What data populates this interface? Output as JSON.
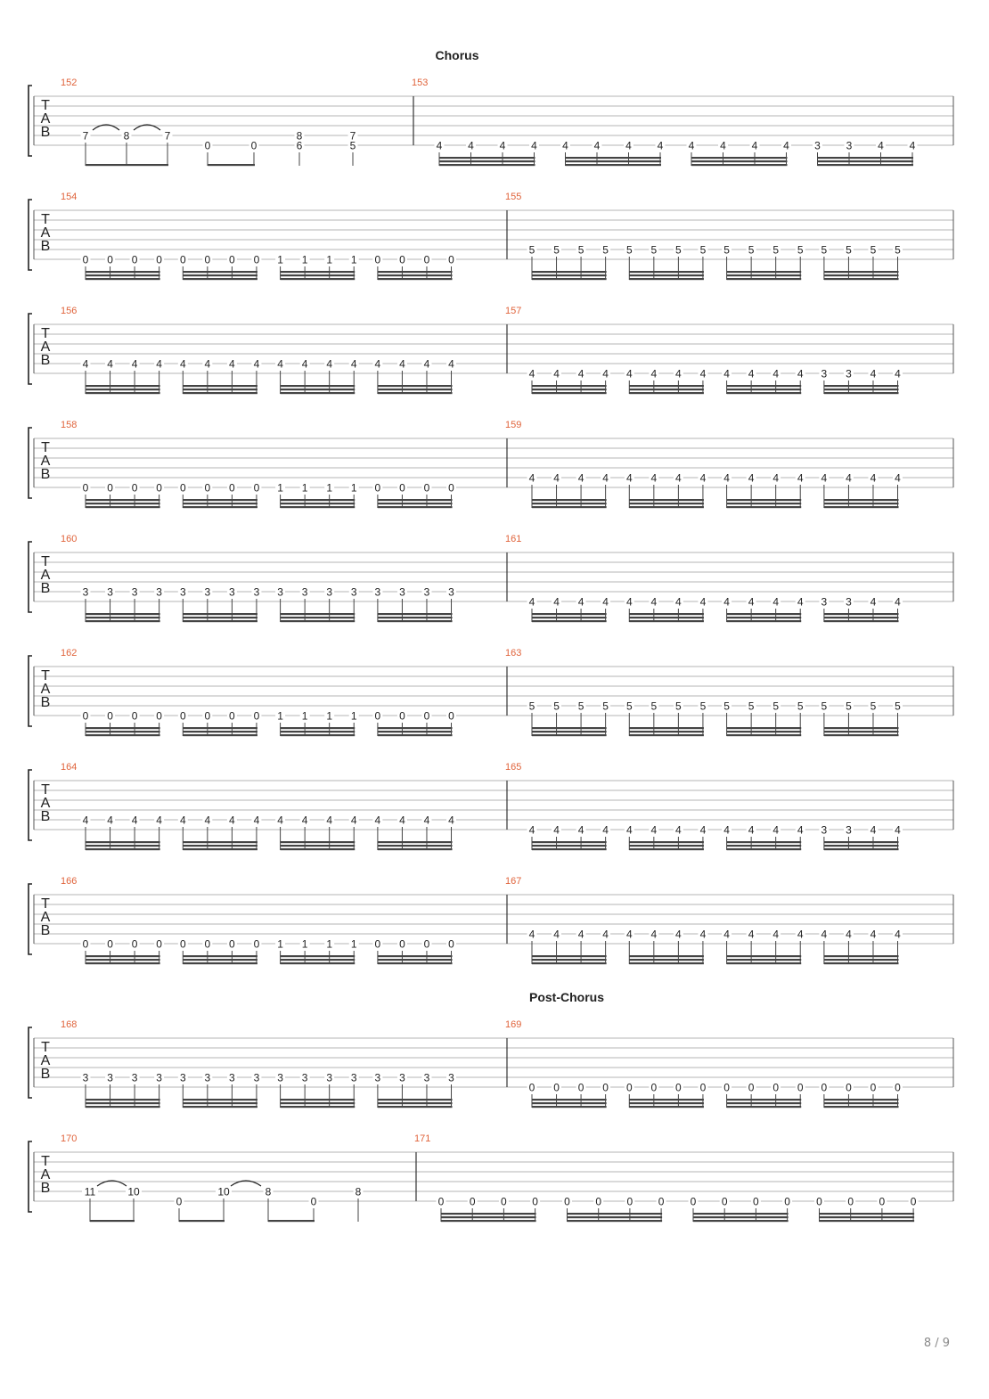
{
  "page": {
    "number": "8 / 9"
  },
  "clef_letters": [
    "T",
    "A",
    "B"
  ],
  "sections": [
    {
      "label": "Chorus",
      "system": 0
    },
    {
      "label": "Post-Chorus",
      "system": 8
    }
  ],
  "systems": [
    {
      "measures": [
        {
          "number": "152",
          "beats": [
            {
              "notes": [
                {
                  "string": 5,
                  "fret": "7"
                }
              ],
              "group": 0
            },
            {
              "notes": [
                {
                  "string": 5,
                  "fret": "8"
                }
              ],
              "group": 0
            },
            {
              "notes": [
                {
                  "string": 5,
                  "fret": "7"
                }
              ],
              "group": 0
            },
            {
              "notes": [
                {
                  "string": 6,
                  "fret": "0"
                }
              ],
              "group": 1
            },
            {
              "notes": [
                {
                  "string": 6,
                  "fret": "0"
                }
              ],
              "group": 1
            },
            {
              "notes": [
                {
                  "string": 5,
                  "fret": "8"
                },
                {
                  "string": 6,
                  "fret": "6"
                }
              ],
              "group": null
            },
            {
              "notes": [
                {
                  "string": 5,
                  "fret": "7"
                },
                {
                  "string": 6,
                  "fret": "5"
                }
              ],
              "group": null
            }
          ],
          "ties": [
            [
              0,
              1
            ],
            [
              1,
              2
            ]
          ],
          "beam_lines": 1
        },
        {
          "number": "153",
          "beats": "16:6:4,4,4,4,4,4,4,4,4,4,4,4,3,3,4,4",
          "beam_lines": 3
        }
      ]
    },
    {
      "measures": [
        {
          "number": "154",
          "beats": "16:6:0,0,0,0,0,0,0,0,1,1,1,1,0,0,0,0",
          "beam_lines": 3
        },
        {
          "number": "155",
          "beats": "16:5:5,5,5,5,5,5,5,5,5,5,5,5,5,5,5,5",
          "beam_lines": 3
        }
      ]
    },
    {
      "measures": [
        {
          "number": "156",
          "beats": "16:5:4,4,4,4,4,4,4,4,4,4,4,4,4,4,4,4",
          "beam_lines": 3
        },
        {
          "number": "157",
          "beats": "16:6:4,4,4,4,4,4,4,4,4,4,4,4,3,3,4,4",
          "beam_lines": 3
        }
      ]
    },
    {
      "measures": [
        {
          "number": "158",
          "beats": "16:6:0,0,0,0,0,0,0,0,1,1,1,1,0,0,0,0",
          "beam_lines": 3
        },
        {
          "number": "159",
          "beats": "16:5:4,4,4,4,4,4,4,4,4,4,4,4,4,4,4,4",
          "beam_lines": 3
        }
      ]
    },
    {
      "measures": [
        {
          "number": "160",
          "beats": "16:5:3,3,3,3,3,3,3,3,3,3,3,3,3,3,3,3",
          "beam_lines": 3
        },
        {
          "number": "161",
          "beats": "16:6:4,4,4,4,4,4,4,4,4,4,4,4,3,3,4,4",
          "beam_lines": 3
        }
      ]
    },
    {
      "measures": [
        {
          "number": "162",
          "beats": "16:6:0,0,0,0,0,0,0,0,1,1,1,1,0,0,0,0",
          "beam_lines": 3
        },
        {
          "number": "163",
          "beats": "16:5:5,5,5,5,5,5,5,5,5,5,5,5,5,5,5,5",
          "beam_lines": 3
        }
      ]
    },
    {
      "measures": [
        {
          "number": "164",
          "beats": "16:5:4,4,4,4,4,4,4,4,4,4,4,4,4,4,4,4",
          "beam_lines": 3
        },
        {
          "number": "165",
          "beats": "16:6:4,4,4,4,4,4,4,4,4,4,4,4,3,3,4,4",
          "beam_lines": 3
        }
      ]
    },
    {
      "measures": [
        {
          "number": "166",
          "beats": "16:6:0,0,0,0,0,0,0,0,1,1,1,1,0,0,0,0",
          "beam_lines": 3
        },
        {
          "number": "167",
          "beats": "16:5:4,4,4,4,4,4,4,4,4,4,4,4,4,4,4,4",
          "beam_lines": 3
        }
      ]
    },
    {
      "measures": [
        {
          "number": "168",
          "beats": "16:5:3,3,3,3,3,3,3,3,3,3,3,3,3,3,3,3",
          "beam_lines": 3
        },
        {
          "number": "169",
          "beats": "16:6:0,0,0,0,0,0,0,0,0,0,0,0,0,0,0,0",
          "beam_lines": 3
        }
      ]
    },
    {
      "measures": [
        {
          "number": "170",
          "beats": [
            {
              "notes": [
                {
                  "string": 5,
                  "fret": "11"
                }
              ],
              "group": 0
            },
            {
              "notes": [
                {
                  "string": 5,
                  "fret": "10"
                }
              ],
              "group": 0
            },
            {
              "notes": [
                {
                  "string": 6,
                  "fret": "0"
                }
              ],
              "group": 1
            },
            {
              "notes": [
                {
                  "string": 5,
                  "fret": "10"
                }
              ],
              "group": 1
            },
            {
              "notes": [
                {
                  "string": 5,
                  "fret": "8"
                }
              ],
              "group": 2
            },
            {
              "notes": [
                {
                  "string": 6,
                  "fret": "0"
                }
              ],
              "group": 2
            },
            {
              "notes": [
                {
                  "string": 5,
                  "fret": "8"
                }
              ],
              "group": null
            }
          ],
          "ties": [
            [
              0,
              1
            ],
            [
              3,
              4
            ]
          ],
          "beam_lines": 1
        },
        {
          "number": "171",
          "beats": "16:6:0,0,0,0,0,0,0,0,0,0,0,0,0,0,0,0",
          "beam_lines": 3
        }
      ]
    }
  ]
}
